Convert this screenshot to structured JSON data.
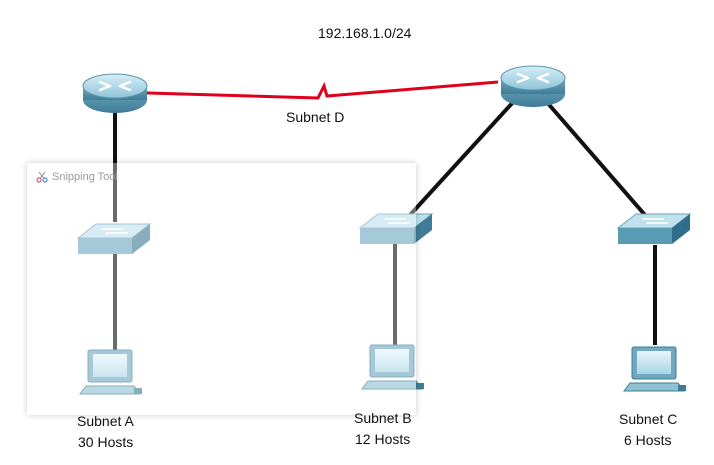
{
  "network": "192.168.1.0/24",
  "wan_link_label": "Subnet D",
  "subnets": [
    {
      "name": "Subnet A",
      "hosts": "30 Hosts"
    },
    {
      "name": "Subnet B",
      "hosts": "12 Hosts"
    },
    {
      "name": "Subnet C",
      "hosts": "6 Hosts"
    }
  ],
  "snipping_tool": {
    "title": "Snipping Tool"
  },
  "colors": {
    "wan_link": "#e0001b",
    "ethernet": "#111111",
    "device_body": "#8fc1d2"
  }
}
